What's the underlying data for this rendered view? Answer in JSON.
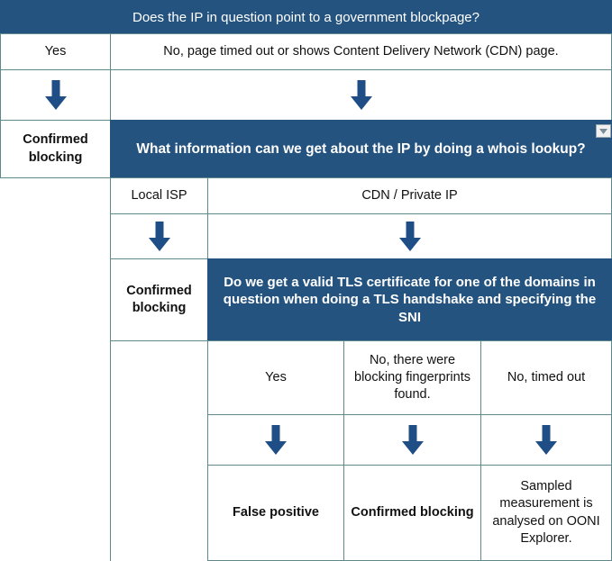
{
  "diagram": {
    "title": "Does the IP in question point to a government blockpage?",
    "colors": {
      "band_blue": "#24537F",
      "border": "#5F8A8B",
      "arrow_blue": "#1F4E86"
    },
    "level1": {
      "question": "Does the IP in question point to a government blockpage?",
      "answer_yes": "Yes",
      "answer_no": "No, page timed out or shows Content Delivery Network (CDN) page.",
      "outcome_yes": "Confirmed blocking"
    },
    "level2": {
      "question": "What information can we get about the IP by doing a whois lookup?",
      "answer_local_isp": "Local ISP",
      "answer_cdn": "CDN / Private IP",
      "outcome_local_isp": "Confirmed blocking"
    },
    "level3": {
      "question": "Do we get a valid TLS certificate for one of the domains in question when doing a TLS handshake and specifying the SNI",
      "answers": [
        "Yes",
        "No, there were blocking fingerprints found.",
        "No, timed out"
      ],
      "outcomes": [
        "False positive",
        "Confirmed blocking",
        "Sampled measurement is analysed on OONI Explorer."
      ]
    },
    "widgets": {
      "filter_dropdown": "chevron-down-icon"
    }
  }
}
